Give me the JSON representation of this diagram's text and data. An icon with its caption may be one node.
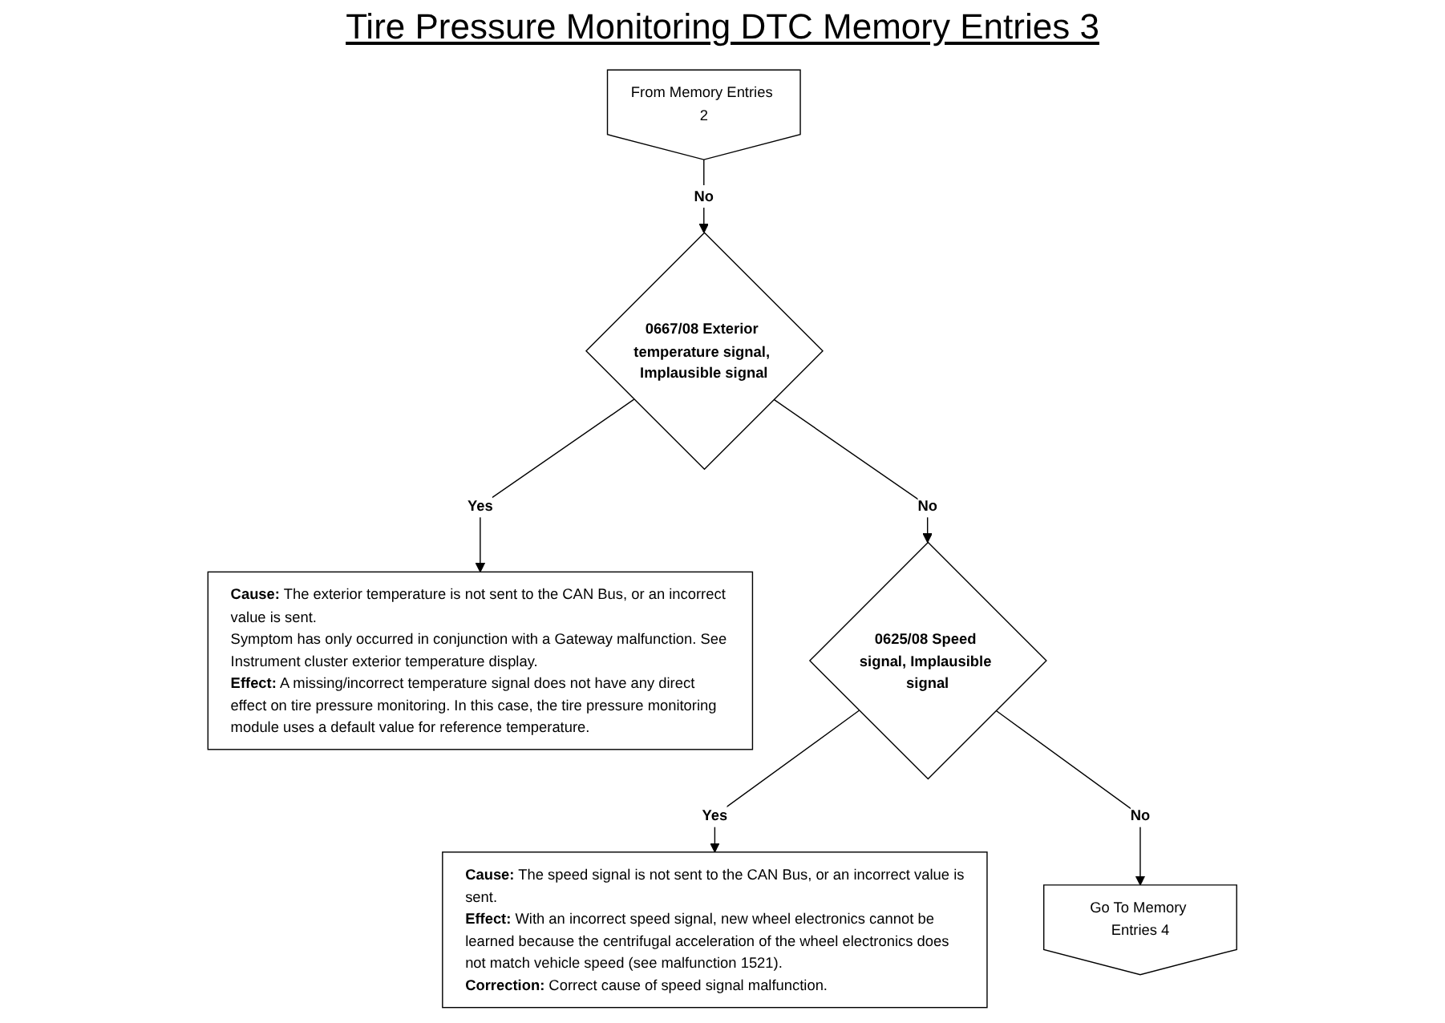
{
  "diagram": {
    "title": "Tire Pressure Monitoring DTC Memory Entries 3",
    "nodes": [
      {
        "text": [
          "From Memory Entries 2"
        ]
      },
      {
        "text": [
          "0667/08 Exterior temperature signal, Implausible signal"
        ]
      },
      {
        "text": [
          "**Cause:** The exterior temperature is not sent to the CAN Bus, or an incorrect value is sent.",
          "Symptom has only occurred in conjunction with a Gateway malfunction. See Instrument cluster exterior temperature display.",
          "**Effect:** A missing/incorrect temperature signal does not have any direct effect on tire pressure monitoring. In this case, the tire pressure monitoring module uses a default value for reference temperature."
        ]
      },
      {
        "text": [
          "0625/08 Speed signal, Implausible signal"
        ]
      },
      {
        "text": [
          "**Cause:** The speed signal is not sent to the CAN Bus, or an incorrect value is sent.",
          "**Effect:** With an incorrect speed signal, new wheel electronics cannot be learned because the centrifugal acceleration of the wheel electronics does not match vehicle speed (see malfunction 1521).",
          "**Correction:** Correct cause of speed signal malfunction."
        ]
      },
      {
        "text": [
          "Go To Memory Entries 4"
        ]
      }
    ],
    "edges": [
      {
        "from": 0,
        "to": 1,
        "arrow": "to",
        "label": "No"
      },
      {
        "from": 1,
        "to": 2,
        "arrow": "to",
        "label": "Yes"
      },
      {
        "from": 1,
        "to": 3,
        "arrow": "to",
        "label": "No"
      },
      {
        "from": 3,
        "to": 4,
        "arrow": "to",
        "label": "Yes"
      },
      {
        "from": 3,
        "to": 5,
        "arrow": "to",
        "label": "No"
      }
    ]
  }
}
